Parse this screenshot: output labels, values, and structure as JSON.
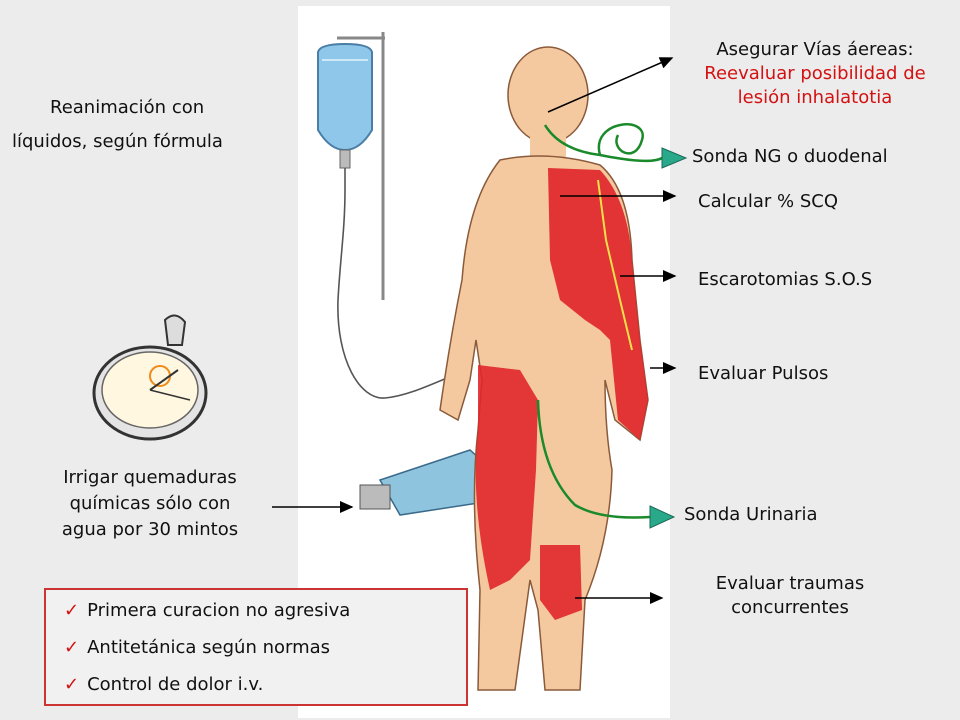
{
  "labels": {
    "reanimacion_line1": "Reanimación con",
    "reanimacion_line2": "líquidos, según fórmula",
    "irrigar_line1": "Irrigar quemaduras",
    "irrigar_line2": "químicas sólo con",
    "irrigar_line3": "agua por 30 mintos",
    "vias_line1": "Asegurar Vías áereas:",
    "vias_line2": "Reevaluar posibilidad de",
    "vias_line3": "lesión inhalatotia",
    "sonda_ng": "Sonda NG o duodenal",
    "calcular": "Calcular % SCQ",
    "escarotomias": "Escarotomias S.O.S",
    "pulsos": "Evaluar Pulsos",
    "sonda_urinaria": "Sonda Urinaria",
    "traumas_line1": "Evaluar traumas",
    "traumas_line2": "concurrentes"
  },
  "checklist": {
    "mark": "✓",
    "items": [
      "Primera curacion no agresiva",
      "Antitetánica según normas",
      "Control de dolor i.v."
    ]
  },
  "colors": {
    "highlight_text": "#d41111",
    "burn": "#e0262b",
    "skin": "#f5c9a0",
    "tube": "#1a8a2a",
    "box_border": "#cc3333"
  }
}
